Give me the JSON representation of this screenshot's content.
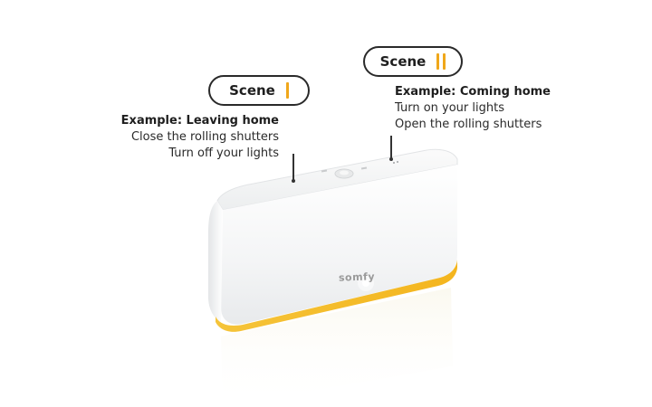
{
  "scene_one": {
    "label": "Scene",
    "example_title": "Example: Leaving home",
    "actions": [
      "Close the rolling shutters",
      "Turn off your lights"
    ]
  },
  "scene_two": {
    "label": "Scene",
    "example_title": "Example: Coming home",
    "actions": [
      "Turn on your lights",
      "Open the rolling shutters"
    ]
  },
  "device": {
    "brand": "somfy"
  },
  "colors": {
    "accent": "#f0a71a",
    "device_body": "#f6f7f8",
    "outline": "#2a2a2a"
  }
}
